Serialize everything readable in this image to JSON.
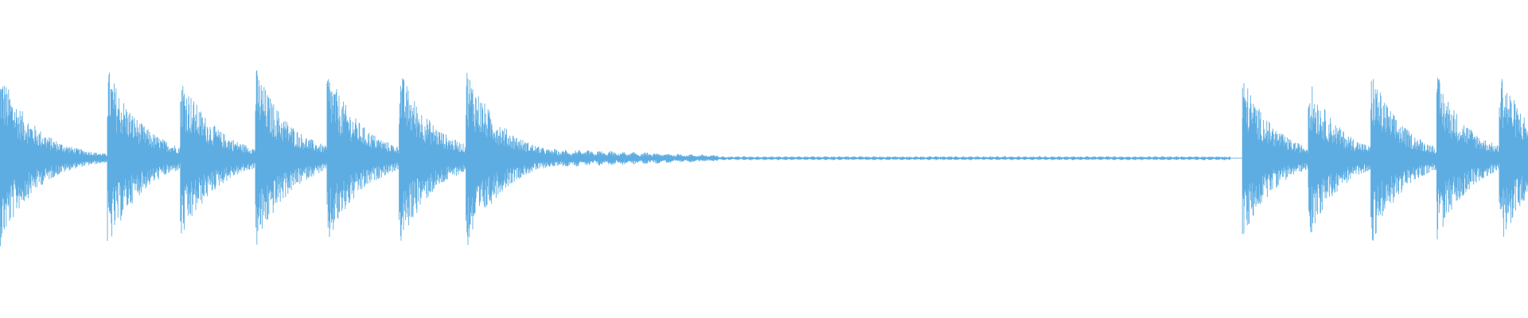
{
  "waveform": {
    "color": "#5DADE2",
    "background": "#FFFFFF",
    "amplitude_scale": [
      -1,
      1
    ],
    "segments": [
      {
        "kind": "hits",
        "onsets": [
          0.0,
          0.07,
          0.118,
          0.167,
          0.214,
          0.261,
          0.305
        ],
        "peaks": [
          0.95,
          1.0,
          0.92,
          1.0,
          0.97,
          0.98,
          1.0
        ],
        "decay": 0.065
      },
      {
        "kind": "rhythmic-tail",
        "start": 0.325,
        "end": 0.47,
        "peak": 0.12
      },
      {
        "kind": "noise-floor",
        "start": 0.47,
        "end": 0.805,
        "peak": 0.018
      },
      {
        "kind": "hits",
        "onsets": [
          0.813,
          0.856,
          0.897,
          0.94,
          0.981
        ],
        "peaks": [
          0.9,
          0.88,
          0.96,
          0.92,
          1.0
        ],
        "decay": 0.06
      }
    ]
  }
}
